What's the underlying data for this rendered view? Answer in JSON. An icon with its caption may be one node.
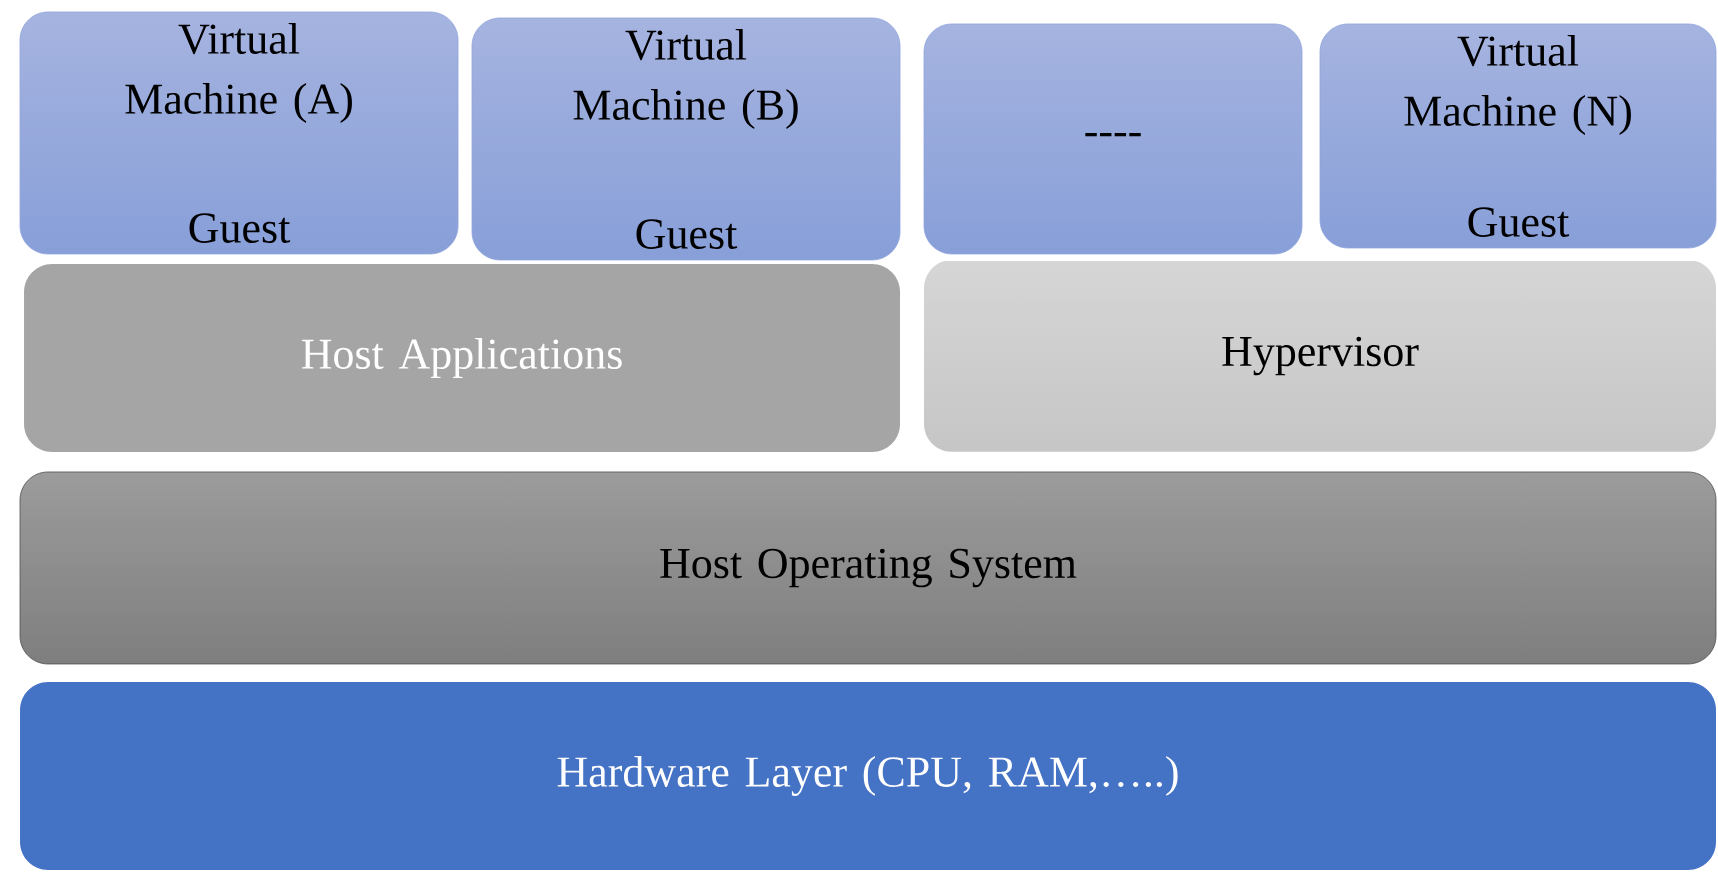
{
  "diagram": {
    "nodes": [
      {
        "text": [
          "Virtual Machine (A)",
          "Guest"
        ]
      },
      {
        "text": [
          "Virtual Machine (B)",
          "Guest"
        ]
      },
      {
        "text": [
          "----"
        ]
      },
      {
        "text": [
          "Virtual Machine (N)",
          "Guest"
        ]
      },
      {
        "text": [
          "Host Applications"
        ]
      },
      {
        "text": [
          "Hypervisor"
        ]
      },
      {
        "text": [
          "Host Operating System"
        ]
      },
      {
        "text": [
          "Hardware Layer (CPU, RAM,…..)"
        ]
      }
    ]
  }
}
